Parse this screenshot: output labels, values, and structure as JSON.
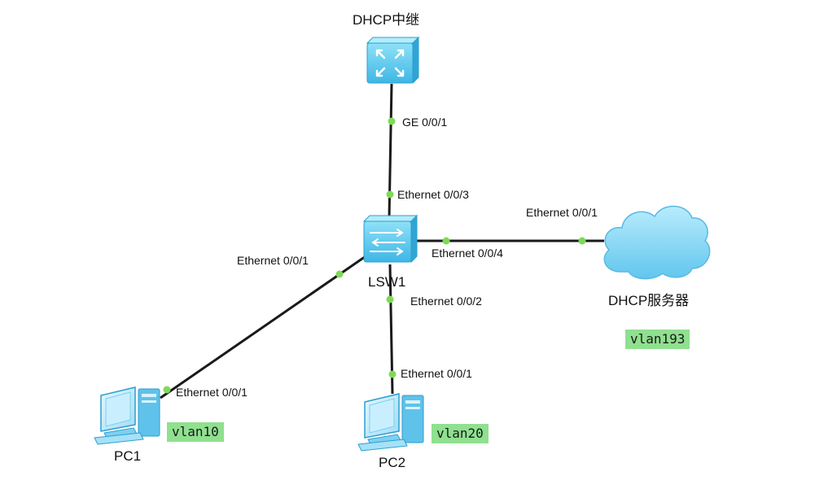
{
  "devices": {
    "relay": {
      "label": "DHCP中继"
    },
    "switch": {
      "label": "LSW1"
    },
    "server": {
      "label": "DHCP服务器"
    },
    "pc1": {
      "label": "PC1"
    },
    "pc2": {
      "label": "PC2"
    }
  },
  "ports": {
    "relay_ge": "GE 0/0/1",
    "sw_e3": "Ethernet 0/0/3",
    "sw_e4": "Ethernet 0/0/4",
    "sw_e1": "Ethernet 0/0/1",
    "sw_e2": "Ethernet 0/0/2",
    "server_e1": "Ethernet 0/0/1",
    "pc1_e1": "Ethernet 0/0/1",
    "pc2_e1": "Ethernet 0/0/1"
  },
  "vlans": {
    "server": "vlan193",
    "pc1": "vlan10",
    "pc2": "vlan20"
  },
  "colors": {
    "link": "#1a1a1a",
    "port_dot": "#7ed957",
    "device_blue": "#5bc8ee",
    "vlan_tag": "#8fe08f"
  }
}
